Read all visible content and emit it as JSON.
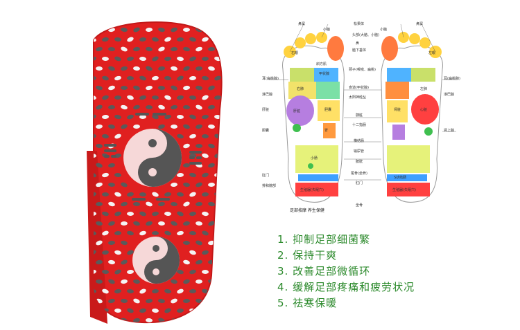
{
  "foot_chart": {
    "top_labels": [
      "鼻窦",
      "小脑",
      "松果体",
      "小脑",
      "鼻窦"
    ],
    "left_labels": [
      "耳(扁桃腺)",
      "淋巴腺",
      "肝脏",
      "胆囊",
      "肛门",
      "排和髂部"
    ],
    "right_labels": [
      "耳(扁桃腺)",
      "淋巴腺",
      "肾上腺"
    ],
    "center_labels": [
      "头部(大脑、小脑)",
      "鼻",
      "脑下垂体",
      "颈子(喉咙、扁桃)",
      "食道(甲状腺)",
      "太阳神经丛",
      "胰脏",
      "十二指肠",
      "横结肠",
      "输尿管",
      "膀胱",
      "尾骨(坐骨)",
      "肛门",
      "坐骨"
    ],
    "zone_labels": [
      "斜方肌",
      "右肺",
      "左肺",
      "心脏",
      "肝脏",
      "胃",
      "甲状腺",
      "胆囊",
      "肾脏",
      "小肠",
      "生殖器(失眠穴)",
      "生殖器(失眠穴)",
      "S状结肠",
      "右眼",
      "左眼"
    ],
    "caption": "足部按摩 养生保健"
  },
  "benefits": [
    "1. 抑制足部细菌繁",
    "2. 保持干爽",
    "3. 改善足部微循环",
    "4. 缓解足部疼痛和疲劳状况",
    "5. 祛寒保暖"
  ],
  "colors": {
    "sock_red": "#e02020",
    "dot_grey": "#5a5a5a",
    "dot_white": "#f4f4f4",
    "benefit_green": "#2c8a2c"
  }
}
